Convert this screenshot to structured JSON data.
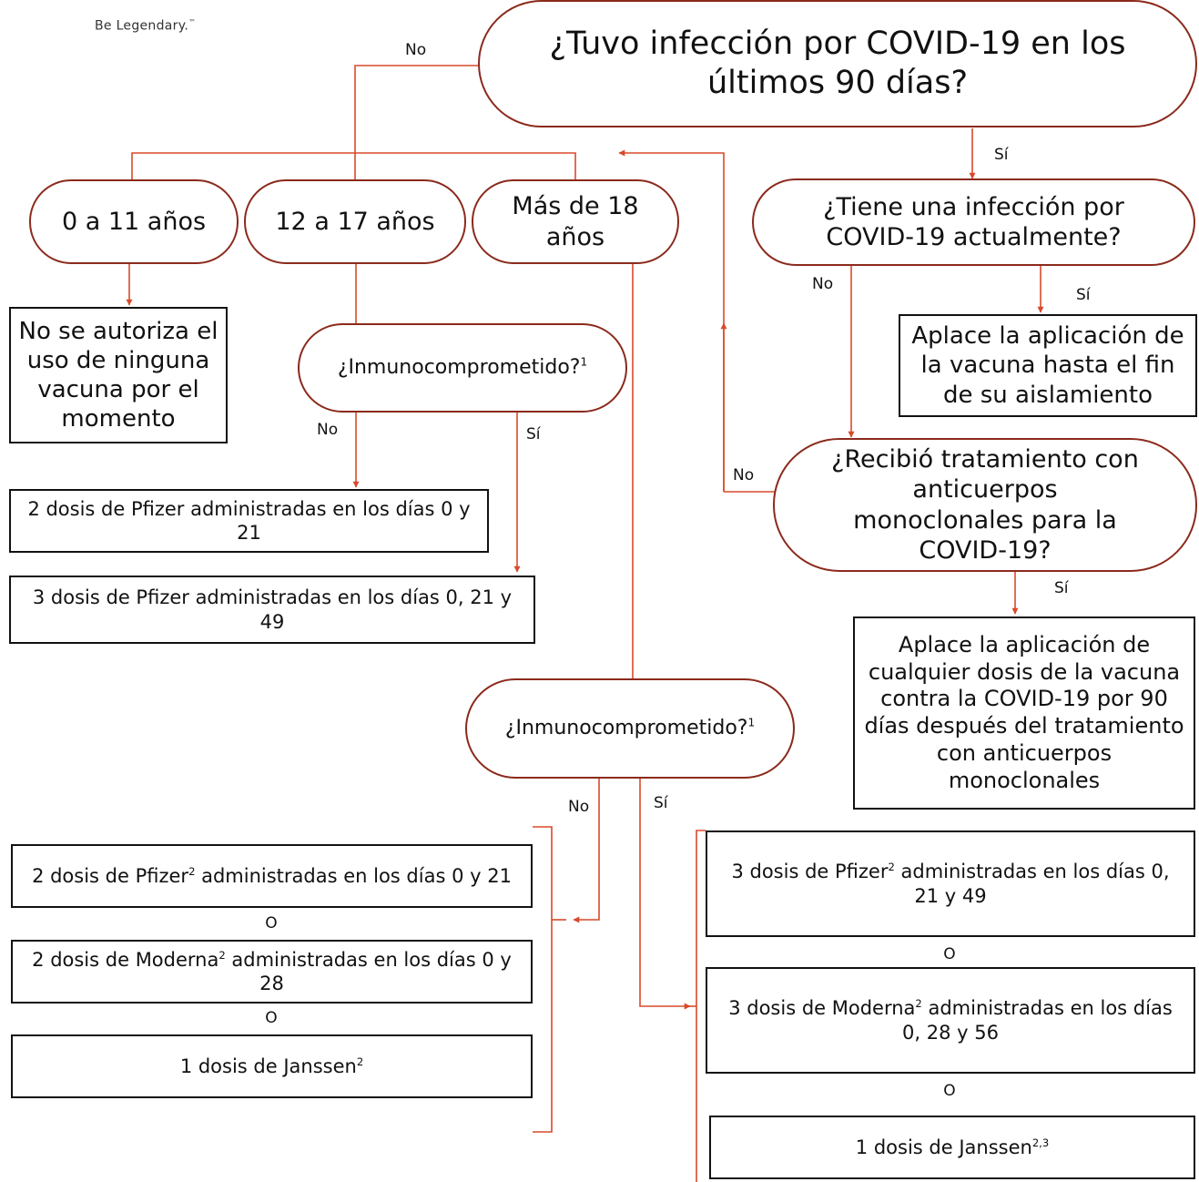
{
  "logo": {
    "tagline": "Be Legendary.",
    "tm": "™"
  },
  "colors": {
    "arrow": "#d84a2b",
    "pill_border": "#8b2a1c",
    "box_border": "#111111"
  },
  "nodes": {
    "q_covid90": "¿Tuvo infección por COVID-19 en los últimos 90 días?",
    "age_0_11": "0 a 11 años",
    "age_12_17": "12 a 17 años",
    "age_18_plus": "Más de 18 años",
    "q_current": "¿Tiene una infección por COVID-19 actualmente?",
    "no_vaccine": "No se autoriza el uso de ninguna vacuna por el momento",
    "defer_isolation": "Aplace la aplicación de la vacuna hasta el fin de su aislamiento",
    "q_immuno_1": "¿Inmunocomprometido?",
    "q_immuno_1_sup": "1",
    "q_monoclonal": "¿Recibió tratamiento con anticuerpos monoclonales para la COVID-19?",
    "pfizer_2_teen": "2 dosis de Pfizer administradas en los días 0 y 21",
    "pfizer_3_teen": "3 dosis de Pfizer administradas en los días 0, 21 y 49",
    "defer_90": "Aplace la aplicación de cualquier dosis de la vacuna contra la COVID-19 por 90 días después del tratamiento con anticuerpos monoclonales",
    "q_immuno_2": "¿Inmunocomprometido?",
    "q_immuno_2_sup": "1",
    "adult_pfizer_2_a": "2 dosis de Pfizer",
    "adult_pfizer_2_sup": "2",
    "adult_pfizer_2_b": " administradas en los días 0 y 21",
    "adult_moderna_2_a": "2 dosis de Moderna",
    "adult_moderna_2_sup": "2",
    "adult_moderna_2_b": " administradas en los días 0 y 28",
    "adult_janssen_1_a": "1 dosis de Janssen",
    "adult_janssen_1_sup": "2",
    "imm_pfizer_3_a": "3 dosis de Pfizer",
    "imm_pfizer_3_sup": "2",
    "imm_pfizer_3_b": " administradas en los días 0, 21 y 49",
    "imm_moderna_3_a": "3 dosis de Moderna",
    "imm_moderna_3_sup": "2",
    "imm_moderna_3_b": " administradas en los días 0, 28 y 56",
    "imm_janssen_1_a": "1 dosis de Janssen",
    "imm_janssen_1_sup": "2,3"
  },
  "labels": {
    "no_top": "No",
    "si_top": "Sí",
    "no_current": "No",
    "si_current": "Sí",
    "no_immuno_1": "No",
    "si_immuno_1": "Sí",
    "no_monoclonal": "No",
    "si_monoclonal": "Sí",
    "no_immuno_2": "No",
    "si_immuno_2": "Sí"
  },
  "or_separators": {
    "left_1": "O",
    "left_2": "O",
    "right_1": "O",
    "right_2": "O"
  }
}
